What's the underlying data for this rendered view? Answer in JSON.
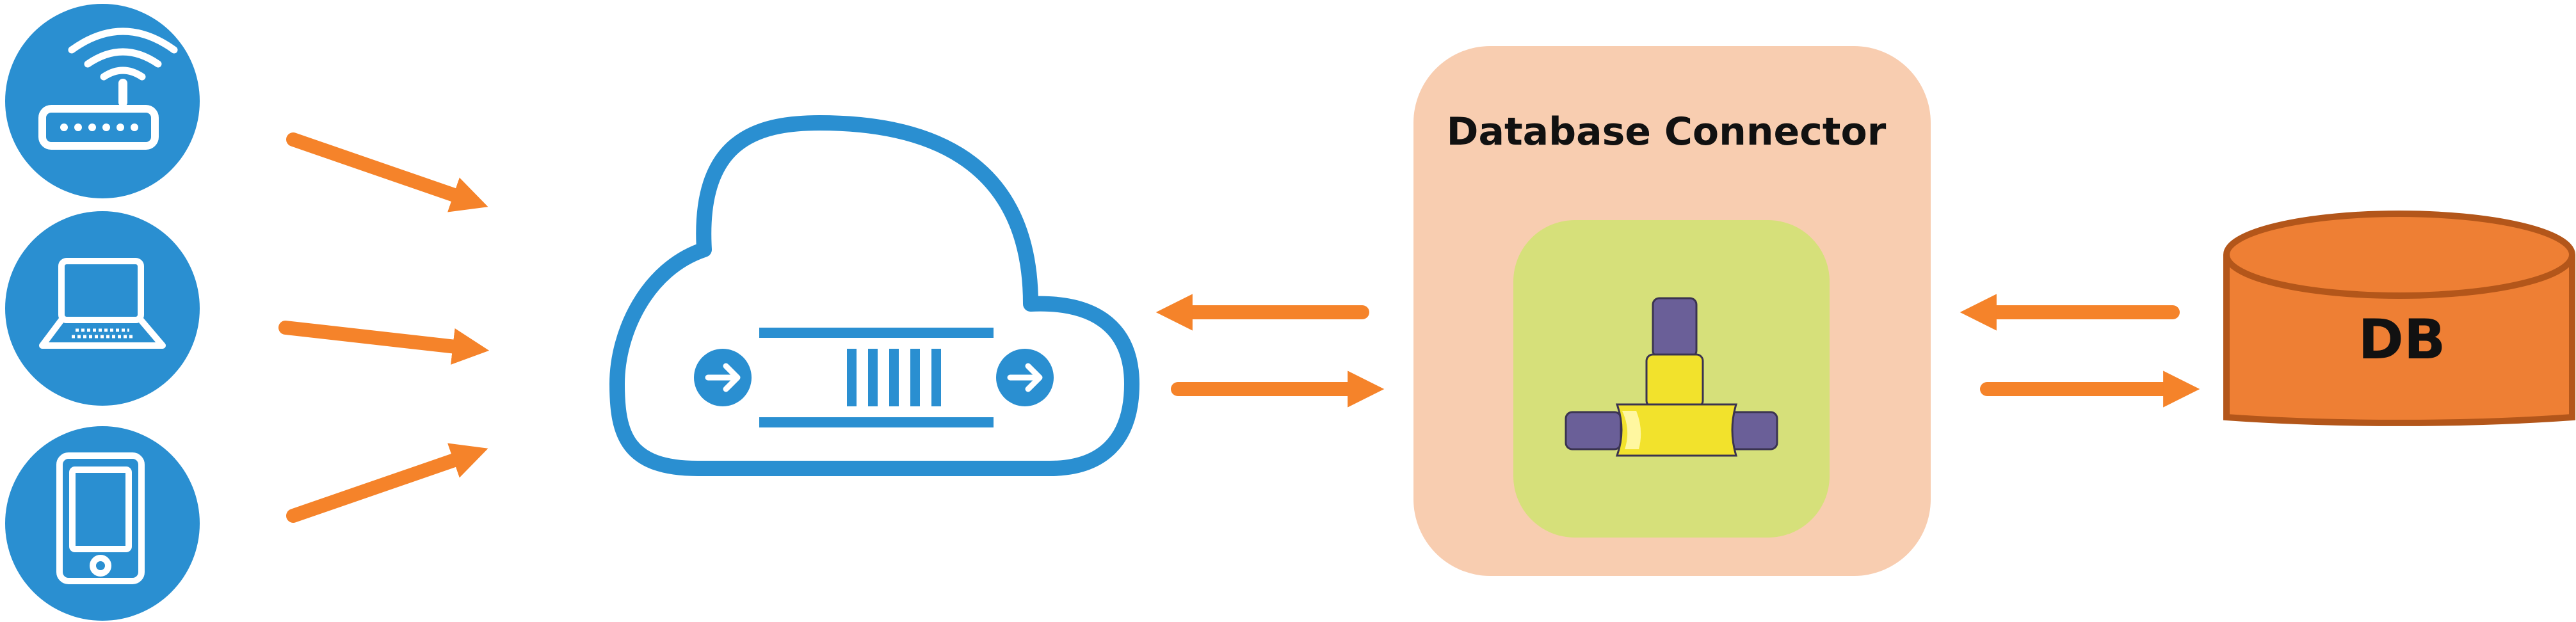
{
  "connector": {
    "title": "Database Connector"
  },
  "database": {
    "label": "DB"
  },
  "colors": {
    "device_blue": "#2a8fd1",
    "cloud_stroke": "#2a8fd1",
    "arrow_orange": "#f5832a",
    "connector_panel": "#f8cdb0",
    "connector_inner": "#d6e07a",
    "pipe_purple": "#6a5f98",
    "pipe_yellow": "#f2e22c",
    "db_fill": "#ee7f34",
    "db_stroke": "#b3561a"
  },
  "devices": [
    {
      "name": "router",
      "icon": "wifi-router-icon"
    },
    {
      "name": "laptop",
      "icon": "laptop-icon"
    },
    {
      "name": "tablet",
      "icon": "tablet-icon"
    }
  ],
  "gateway": {
    "icon": "cloud-message-queue-icon"
  }
}
